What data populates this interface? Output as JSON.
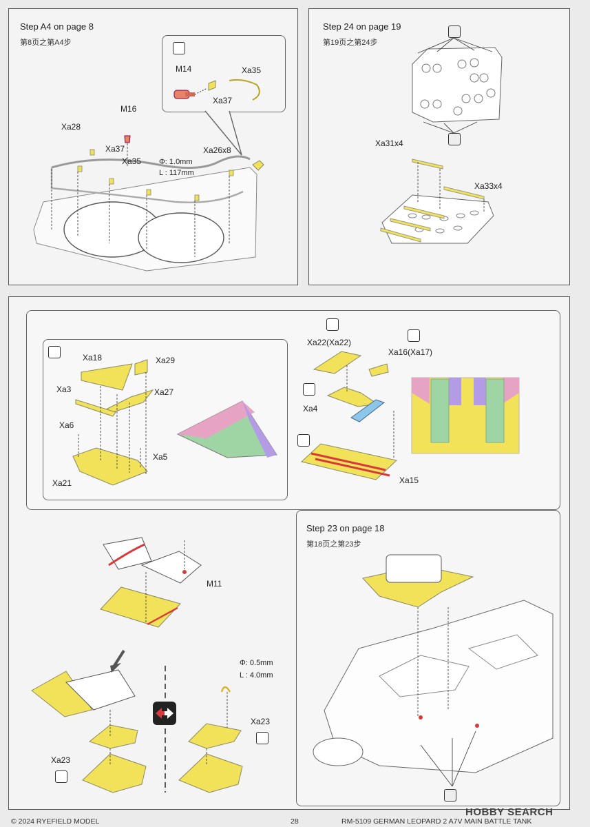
{
  "panel1": {
    "title": "Step A4 on page 8",
    "subtitle": "第8页之第A4步",
    "labels": {
      "m14": "M14",
      "xa35a": "Xa35",
      "xa37a": "Xa37",
      "m16": "M16",
      "xa28": "Xa28",
      "xa37b": "Xa37",
      "xa35b": "Xa35",
      "xa26": "Xa26x8",
      "phi": "Φ: 1.0mm",
      "len": "L : 117mm"
    }
  },
  "panel2": {
    "title": "Step 24 on page 19",
    "subtitle": "第19页之第24步",
    "labels": {
      "xa31": "Xa31x4",
      "xa33": "Xa33x4"
    }
  },
  "panel3": {
    "labels": {
      "xa18": "Xa18",
      "xa29": "Xa29",
      "xa3": "Xa3",
      "xa27": "Xa27",
      "xa6": "Xa6",
      "xa5": "Xa5",
      "xa21": "Xa21",
      "xa22": "Xa22(Xa22)",
      "xa16": "Xa16(Xa17)",
      "xa4": "Xa4",
      "xa15": "Xa15",
      "m11": "M11",
      "phi": "Φ: 0.5mm",
      "len": "L : 4.0mm",
      "xa23a": "Xa23",
      "xa23b": "Xa23"
    }
  },
  "panel4": {
    "title": "Step 23 on page 18",
    "subtitle": "第18页之第23步"
  },
  "footer": {
    "copyright": "© 2024 RYEFIELD MODEL",
    "page": "28",
    "product": "RM-5109 GERMAN LEOPARD 2 A7V MAIN BATTLE TANK"
  },
  "watermark": "HOBBY SEARCH",
  "colors": {
    "yellow": "#f2e25a",
    "pink": "#e7a3c4",
    "green": "#9fd4a4",
    "purple": "#b49be6",
    "blue": "#8cc6ea",
    "red": "#d8393a"
  }
}
